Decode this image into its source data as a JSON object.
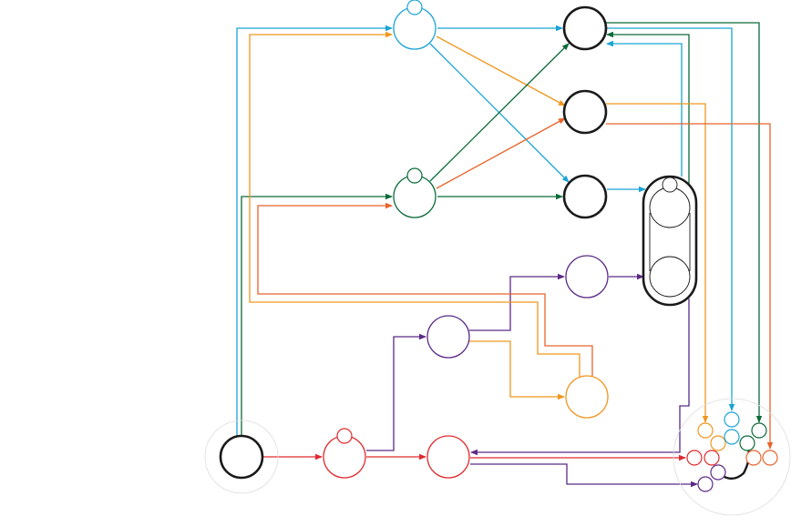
{
  "colors": {
    "black": "#1a1a1a",
    "blue": "#1ba3d6",
    "orange": "#f0961e",
    "green": "#0b6b3a",
    "red": "#e02a2e",
    "vermilion": "#e8642a",
    "purple": "#5b2a86",
    "ring": "#dddddd"
  },
  "nodes": [
    {
      "id": "source",
      "color": "black",
      "bold": true
    },
    {
      "id": "blue-node",
      "color": "blue",
      "bold": false,
      "self_loop": true
    },
    {
      "id": "green-node",
      "color": "green",
      "bold": false,
      "self_loop": true
    },
    {
      "id": "red-node",
      "color": "red",
      "bold": false,
      "self_loop": true
    },
    {
      "id": "red-node-2",
      "color": "red",
      "bold": false
    },
    {
      "id": "purple-node",
      "color": "purple",
      "bold": false
    },
    {
      "id": "purple-node-2",
      "color": "purple",
      "bold": false
    },
    {
      "id": "orange-node",
      "color": "orange",
      "bold": false
    },
    {
      "id": "target-1",
      "color": "black",
      "bold": true
    },
    {
      "id": "target-2",
      "color": "black",
      "bold": true
    },
    {
      "id": "target-3",
      "color": "black",
      "bold": true
    },
    {
      "id": "cluster",
      "color": "black",
      "bold": true
    },
    {
      "id": "hub",
      "color": "black",
      "bold": true
    }
  ],
  "edges": [
    {
      "from": "source",
      "to": "blue-node",
      "color": "blue"
    },
    {
      "from": "source",
      "to": "green-node",
      "color": "green"
    },
    {
      "from": "source",
      "to": "red-node",
      "color": "red"
    },
    {
      "from": "blue-node",
      "to": "target-1",
      "color": "blue"
    },
    {
      "from": "blue-node",
      "to": "target-2",
      "color": "orange"
    },
    {
      "from": "blue-node",
      "to": "target-3",
      "color": "blue"
    },
    {
      "from": "green-node",
      "to": "target-1",
      "color": "green"
    },
    {
      "from": "green-node",
      "to": "target-2",
      "color": "vermilion"
    },
    {
      "from": "green-node",
      "to": "target-3",
      "color": "green"
    },
    {
      "from": "red-node",
      "to": "red-node-2",
      "color": "red"
    },
    {
      "from": "red-node",
      "to": "purple-node",
      "color": "purple"
    },
    {
      "from": "purple-node",
      "to": "purple-node-2",
      "color": "purple"
    },
    {
      "from": "purple-node",
      "to": "orange-node",
      "color": "orange"
    },
    {
      "from": "orange-node",
      "to": "blue-node",
      "color": "orange"
    },
    {
      "from": "orange-node",
      "to": "green-node",
      "color": "vermilion"
    },
    {
      "from": "target-3",
      "to": "cluster",
      "color": "blue"
    },
    {
      "from": "purple-node-2",
      "to": "cluster",
      "color": "purple"
    },
    {
      "from": "cluster",
      "to": "target-1",
      "color": "blue"
    },
    {
      "from": "cluster",
      "to": "target-1",
      "color": "green"
    },
    {
      "from": "cluster",
      "to": "red-node-2",
      "color": "purple"
    },
    {
      "from": "target-1",
      "to": "hub",
      "color": "blue"
    },
    {
      "from": "target-1",
      "to": "hub",
      "color": "green"
    },
    {
      "from": "target-2",
      "to": "hub",
      "color": "orange"
    },
    {
      "from": "target-2",
      "to": "hub",
      "color": "vermilion"
    },
    {
      "from": "red-node-2",
      "to": "hub",
      "color": "red"
    },
    {
      "from": "red-node-2",
      "to": "hub",
      "color": "purple"
    }
  ]
}
